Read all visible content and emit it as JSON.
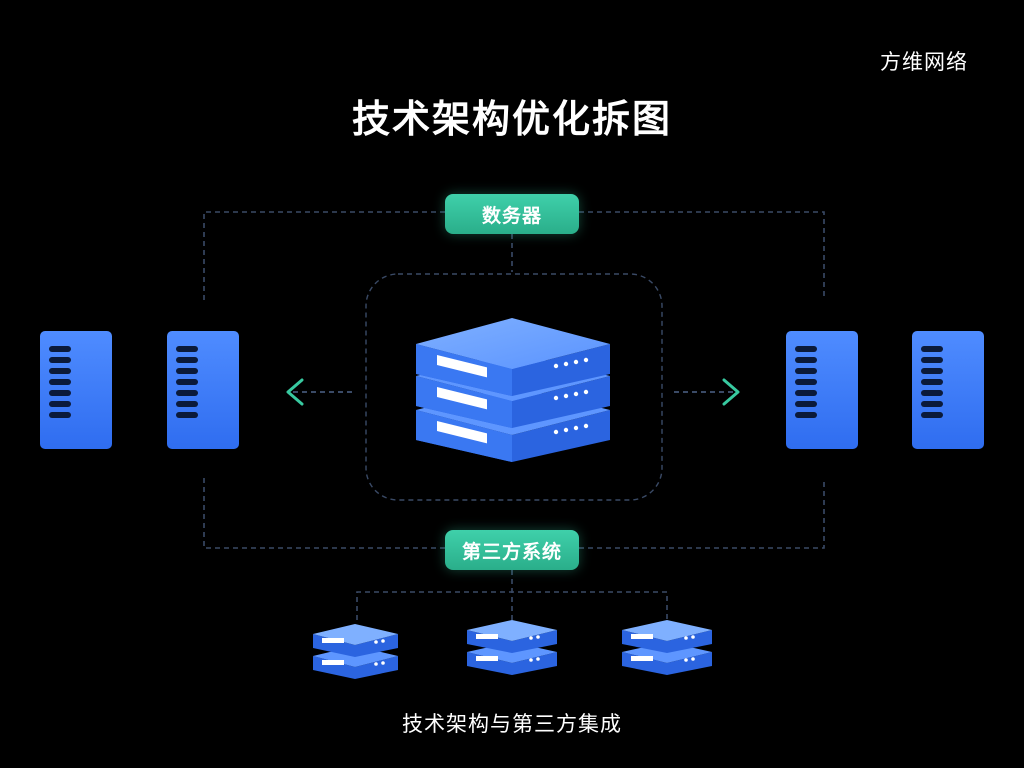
{
  "brand": "方维网络",
  "title": "技术架构优化拆图",
  "caption": "技术架构与第三方集成",
  "labels": {
    "top": "数务器",
    "bottom": "第三方系统"
  },
  "colors": {
    "background": "#000000",
    "accent": "#38c9a0",
    "server_blue": "#3b7bf7",
    "line": "#3a4a66"
  },
  "icons": [
    "arrow-left-icon",
    "arrow-right-icon",
    "server-rack-icon",
    "server-stack-icon"
  ]
}
